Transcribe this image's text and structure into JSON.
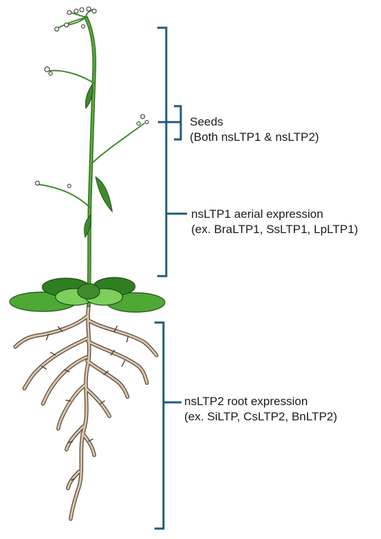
{
  "colors": {
    "bracket": "#1f5c7a",
    "stem": "#3f8a2c",
    "leaf_dark": "#2f7f22",
    "leaf_mid": "#4ea834",
    "leaf_light": "#7ccf5a",
    "root_fill": "#d9c7ac",
    "root_outline": "#5b4636",
    "flower": "#f2f2ee",
    "text": "#1a1a1a"
  },
  "annotations": {
    "seeds": {
      "title": "Seeds",
      "detail": "(Both nsLTP1 & nsLTP2)"
    },
    "aerial": {
      "title": "nsLTP1 aerial expression",
      "detail": "(ex. BraLTP1, SsLTP1, LpLTP1)"
    },
    "root": {
      "title": "nsLTP2 root expression",
      "detail": "(ex. SiLTP, CsLTP2, BnLTP2)"
    }
  },
  "icons": [
    "plant-illustration",
    "bracket"
  ]
}
